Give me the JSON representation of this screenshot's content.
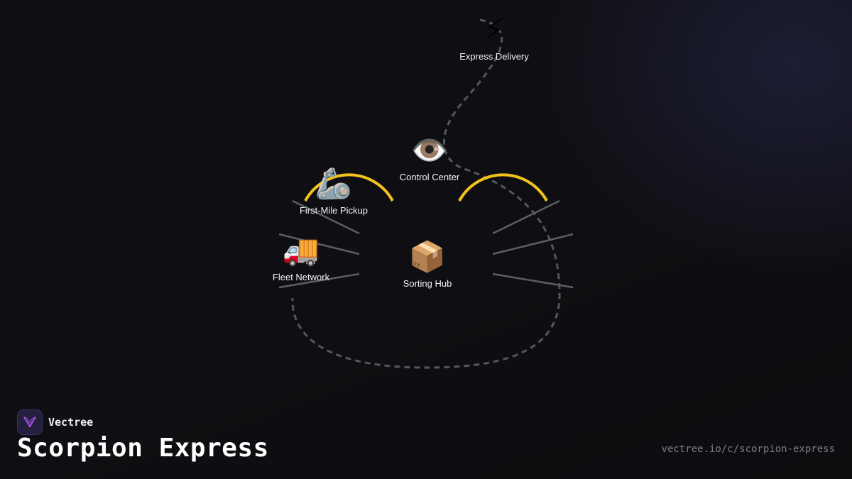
{
  "nodes": {
    "express_delivery": {
      "icon": "⚡",
      "icon_name": "lightning-icon",
      "label": "Express Delivery"
    },
    "control_center": {
      "icon": "👁️",
      "icon_name": "eye-icon",
      "label": "Control Center"
    },
    "first_mile_pickup": {
      "icon": "🦾",
      "icon_name": "robotic-arm-icon",
      "label": "First-Mile Pickup"
    },
    "fleet_network": {
      "icon": "🚚",
      "icon_name": "delivery-truck-icon",
      "label": "Fleet Network"
    },
    "sorting_hub": {
      "icon": "📦",
      "icon_name": "package-icon",
      "label": "Sorting Hub"
    }
  },
  "brand": {
    "name": "Vectree",
    "logo_icon": "vectree-logo-icon"
  },
  "title": "Scorpion Express",
  "url": "vectree.io/c/scorpion-express",
  "colors": {
    "background": "#0f0f13",
    "accent_arc": "#f2c21b",
    "dashed_path": "#55555c",
    "legs": "#5d5d66",
    "logo_purple": "#a555e8"
  }
}
